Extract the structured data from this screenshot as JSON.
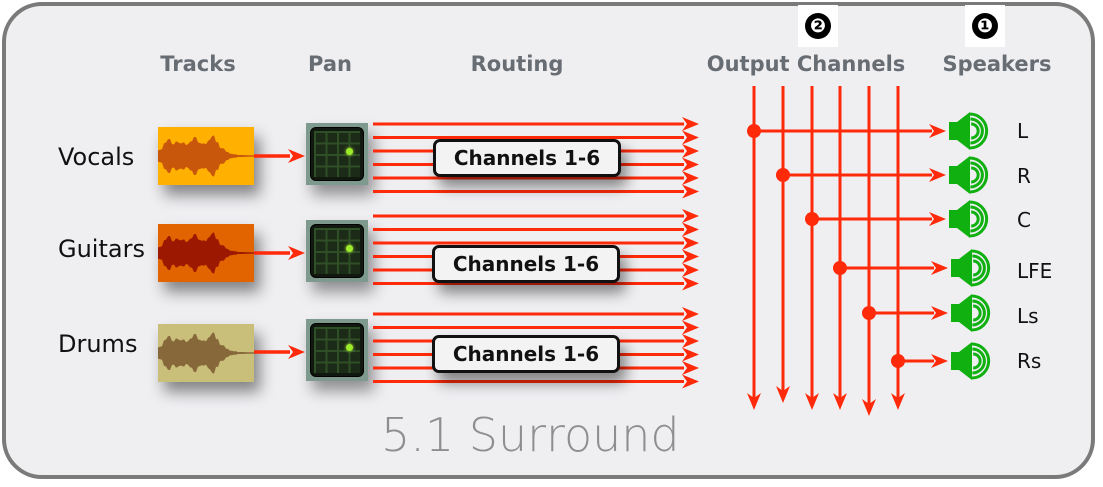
{
  "title": "5.1 Surround",
  "headers": {
    "tracks": "Tracks",
    "pan": "Pan",
    "routing": "Routing",
    "output_channels": "Output Channels",
    "speakers": "Speakers"
  },
  "badges": [
    {
      "label": "❷",
      "target": "output_channels"
    },
    {
      "label": "❶",
      "target": "speakers"
    }
  ],
  "tracks": [
    {
      "name": "Vocals",
      "color": "#ffb000",
      "wave_color": "#c8570c",
      "routing_label": "Channels 1-6"
    },
    {
      "name": "Guitars",
      "color": "#e16400",
      "wave_color": "#9c1800",
      "routing_label": "Channels 1-6"
    },
    {
      "name": "Drums",
      "color": "#c9be7a",
      "wave_color": "#86683a",
      "routing_label": "Channels 1-6"
    }
  ],
  "routing_channel_count": 6,
  "speakers": [
    {
      "label": "L",
      "channel": 1
    },
    {
      "label": "R",
      "channel": 2
    },
    {
      "label": "C",
      "channel": 3
    },
    {
      "label": "LFE",
      "channel": 4
    },
    {
      "label": "Ls",
      "channel": 5
    },
    {
      "label": "Rs",
      "channel": 6
    }
  ],
  "colors": {
    "signal": "#ff2a0a",
    "speaker": "#10b010",
    "pan_dot": "#9cec2a"
  }
}
